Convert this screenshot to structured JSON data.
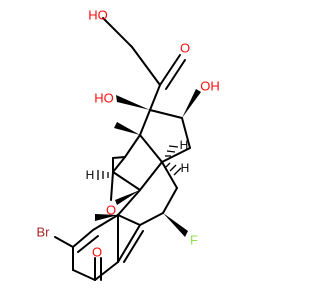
{
  "colors": {
    "carbon": "#000000",
    "oxygen": "#ff0d0d",
    "fluorine": "#90e050",
    "bromine": "#a62929",
    "hydrogen": "#000000"
  },
  "atoms": {
    "o_hydroxy_top": "HO",
    "o_ketone_side": "O",
    "o_hydroxy_c17": "HO",
    "o_hydroxy_c16": "OH",
    "o_epoxide": "O",
    "o_ketone_c3": "O",
    "f": "F",
    "br": "Br",
    "h_c14": "H",
    "h_c11": "H",
    "h_c8": "H"
  }
}
